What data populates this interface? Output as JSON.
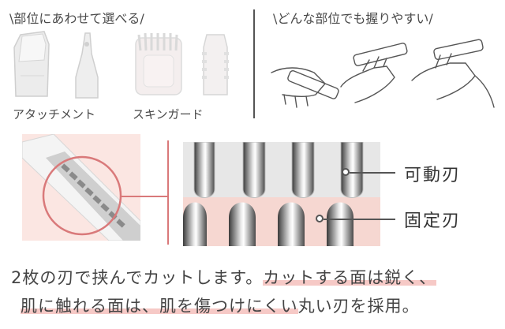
{
  "top_left": {
    "heading": "\\部位にあわせて選べる/",
    "captions": [
      "アタッチメント",
      "スキンガード"
    ]
  },
  "top_right": {
    "heading": "\\どんな部位でも握りやすい/"
  },
  "blade_labels": {
    "movable": "可動刃",
    "fixed": "固定刃"
  },
  "description": {
    "line1_plain": "2枚の刃で挟んでカットします。",
    "line1_highlight": "カットする面は鋭く、",
    "line2_highlight": "肌に触れる面は、肌を傷つけにくい",
    "line2_plain": "丸い刃を採用。"
  },
  "colors": {
    "accent_pink": "#f6c9c6",
    "panel_pink": "#f9dcd7",
    "circle_red": "#d9797a"
  }
}
